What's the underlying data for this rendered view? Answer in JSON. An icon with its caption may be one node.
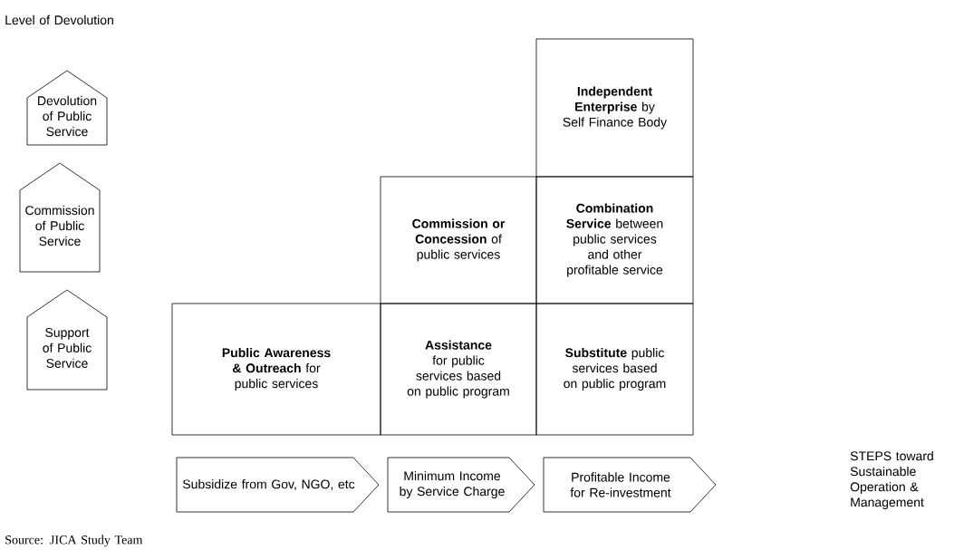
{
  "diagram": {
    "nodes": [
      {
        "text": [
          "Devolution of Public Service"
        ]
      },
      {
        "text": [
          "Commission of Public Service"
        ]
      },
      {
        "text": [
          "Support of Public Service"
        ]
      },
      {
        "text": [
          "**Independent Enterprise** by Self Finance Body"
        ]
      },
      {
        "text": [
          "**Commission or Concession** of public services"
        ]
      },
      {
        "text": [
          "**Combination Service** between public services and other profitable service"
        ]
      },
      {
        "text": [
          "**Public Awareness & Outreach** for public services"
        ]
      },
      {
        "text": [
          "**Assistance** for public services based on public program"
        ]
      },
      {
        "text": [
          "**Substitute** public services based on public program"
        ]
      },
      {
        "text": [
          "Subsidize from Gov, NGO, etc"
        ]
      },
      {
        "text": [
          "Minimum Income by Service Charge"
        ]
      },
      {
        "text": [
          "Profitable Income for Re-investment"
        ]
      }
    ],
    "labels": [
      "Level of Devolution",
      "STEPS toward Sustainable Operation & Management",
      "Source: JICA Study Team"
    ]
  }
}
